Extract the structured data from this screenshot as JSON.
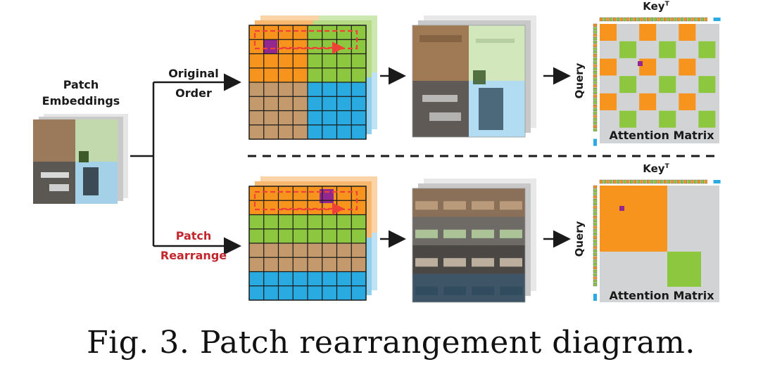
{
  "input": {
    "title_line1": "Patch",
    "title_line2": "Embeddings"
  },
  "branch_top": {
    "label_line1": "Original",
    "label_line2": "Order"
  },
  "branch_bottom": {
    "label_line1": "Patch",
    "label_line2": "Rearrange"
  },
  "matrix_top": {
    "key_label": "Key",
    "key_sup": "T",
    "query_label": "Query",
    "title": "Attention Matrix"
  },
  "matrix_bottom": {
    "key_label": "Key",
    "key_sup": "T",
    "query_label": "Query",
    "title": "Attention Matrix"
  },
  "caption": "Fig. 3.  Patch rearrangement diagram.",
  "colors": {
    "orange": "#f7941d",
    "green": "#8dc63f",
    "brown": "#c49a6c",
    "blue": "#29abe2",
    "purple": "#92278f",
    "grey": "#d1d3d4",
    "accent_red": "#c1272d",
    "dash_red": "#ef4136"
  }
}
